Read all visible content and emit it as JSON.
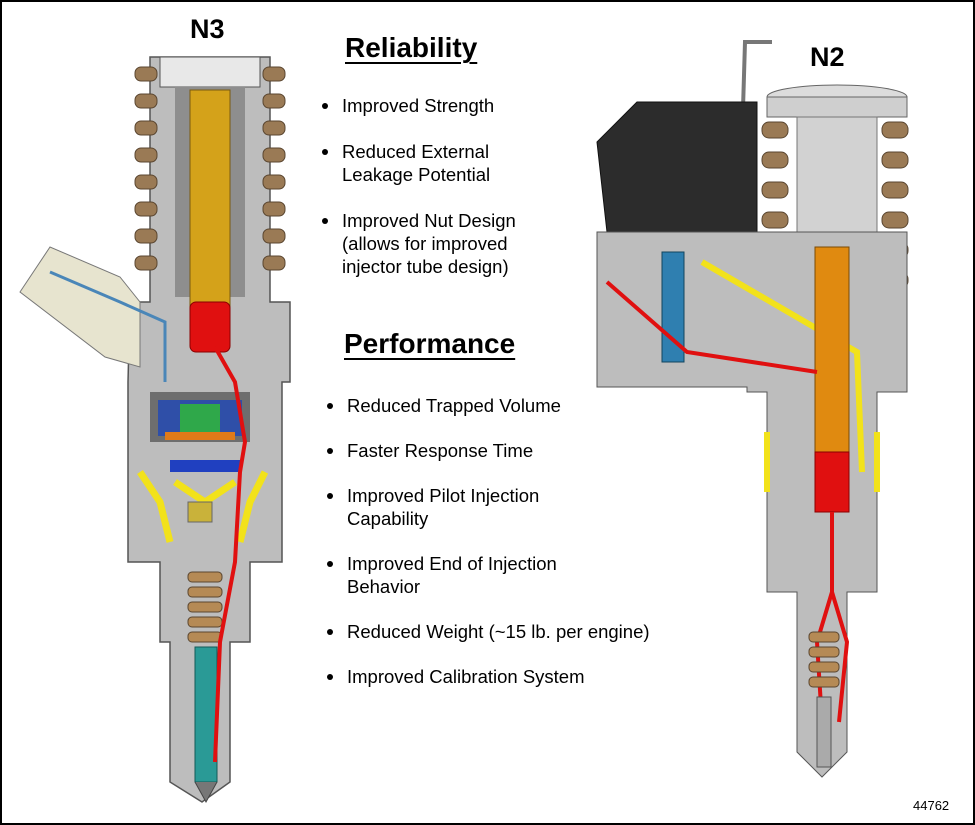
{
  "labels": {
    "n3": "N3",
    "n2": "N2",
    "figure_number": "44762"
  },
  "reliability": {
    "heading": "Reliability",
    "items": [
      "Improved Strength",
      "Reduced External\nLeakage Potential",
      "Improved Nut Design\n(allows for improved\ninjector tube design)"
    ]
  },
  "performance": {
    "heading": "Performance",
    "items": [
      "Reduced Trapped Volume",
      "Faster Response Time",
      "Improved Pilot Injection\nCapability",
      "Improved End of Injection\nBehavior",
      "Reduced Weight (~15 lb. per engine)",
      "Improved Calibration System"
    ]
  },
  "colors": {
    "body_gray": "#b9b9b9",
    "dark_gray": "#6b6b6b",
    "spring": "#9a7a55",
    "plunger_gold": "#d4a21a",
    "plunger_orange": "#e08a10",
    "fuel_red": "#e01010",
    "passage_yellow": "#f2e21a",
    "needle_teal": "#2a9a96",
    "valve_blue": "#2f7fb0",
    "solenoid_black": "#2c2c2c"
  }
}
